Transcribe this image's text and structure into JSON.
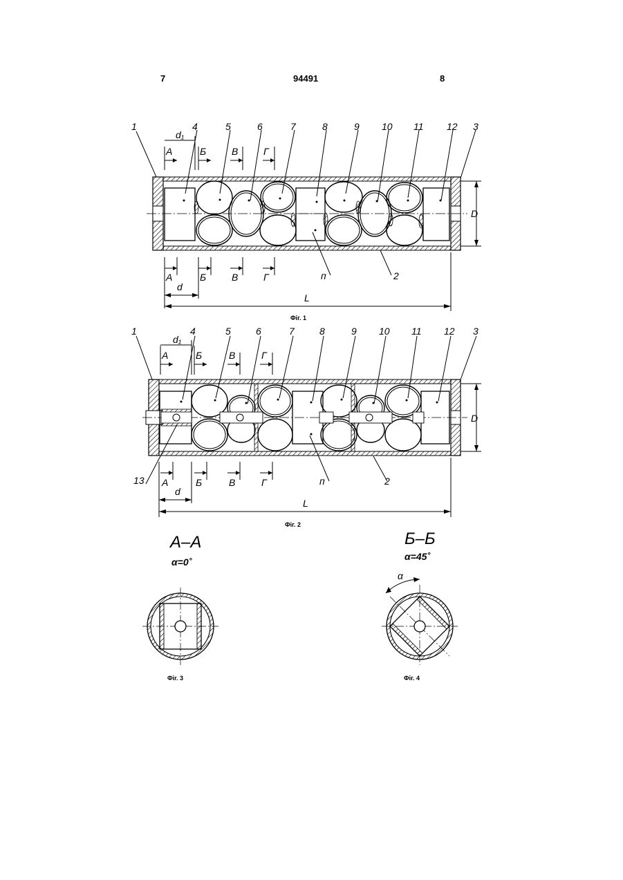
{
  "header": {
    "page_left": "7",
    "patent_number": "94491",
    "page_right": "8"
  },
  "fig1": {
    "parts": [
      "1",
      "4",
      "5",
      "6",
      "7",
      "8",
      "9",
      "10",
      "11",
      "12",
      "3"
    ],
    "top_sections": [
      "А",
      "Б",
      "В",
      "Г"
    ],
    "bottom_sections": [
      "А",
      "Б",
      "В",
      "Г"
    ],
    "d1": "d₁",
    "d": "d",
    "L": "L",
    "D": "D",
    "n": "п",
    "two": "2",
    "caption": "Фіг. 1"
  },
  "fig2": {
    "parts": [
      "1",
      "4",
      "5",
      "6",
      "7",
      "8",
      "9",
      "10",
      "11",
      "12",
      "3"
    ],
    "top_sections": [
      "А",
      "Б",
      "В",
      "Г"
    ],
    "bottom_sections": [
      "А",
      "Б",
      "В",
      "Г"
    ],
    "d1": "d₁",
    "d": "d",
    "L": "L",
    "D": "D",
    "n": "п",
    "two": "2",
    "thirteen": "13",
    "caption": "Фіг. 2"
  },
  "fig3": {
    "title": "А–А",
    "angle": "α=0˚",
    "caption": "Фіг. 3"
  },
  "fig4": {
    "title": "Б–Б",
    "angle": "α=45˚",
    "angle_mark": "α",
    "caption": "Фіг. 4"
  }
}
